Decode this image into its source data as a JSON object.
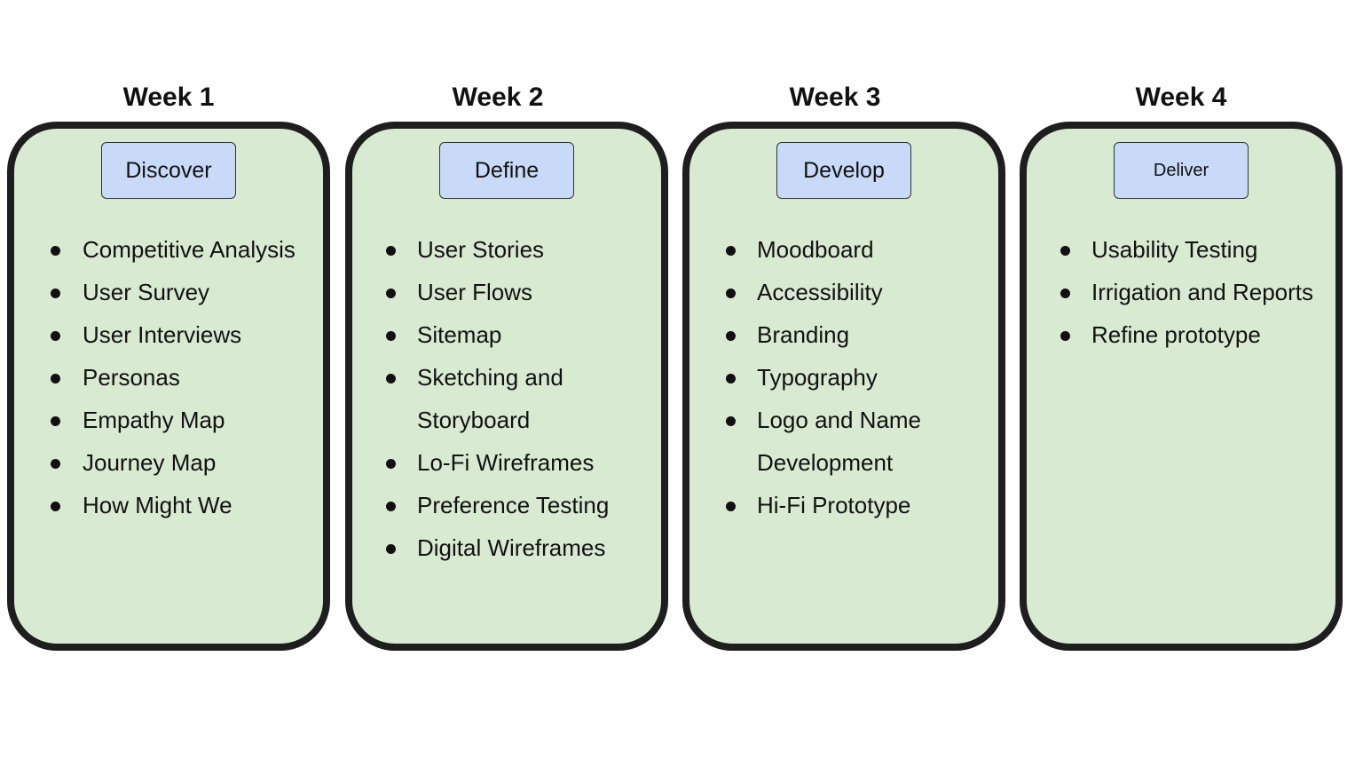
{
  "weeks": [
    {
      "title": "Week 1",
      "phase": "Discover",
      "items": [
        "Competitive Analysis",
        "User Survey",
        "User Interviews",
        "Personas",
        "Empathy Map",
        "Journey Map",
        "How Might We"
      ]
    },
    {
      "title": "Week 2",
      "phase": "Define",
      "items": [
        "User Stories",
        "User Flows",
        "Sitemap",
        "Sketching and Storyboard",
        "Lo-Fi Wireframes",
        "Preference Testing",
        "Digital Wireframes"
      ]
    },
    {
      "title": "Week 3",
      "phase": "Develop",
      "items": [
        "Moodboard",
        "Accessibility",
        "Branding",
        "Typography",
        "Logo and Name Development",
        "Hi-Fi Prototype"
      ]
    },
    {
      "title": "Week 4",
      "phase": "Deliver",
      "items": [
        "Usability Testing",
        "Irrigation and Reports",
        "Refine prototype"
      ]
    }
  ],
  "colors": {
    "card_fill": "#d9ead3",
    "card_border": "#1e1e1e",
    "badge_fill": "#c9daf8"
  }
}
